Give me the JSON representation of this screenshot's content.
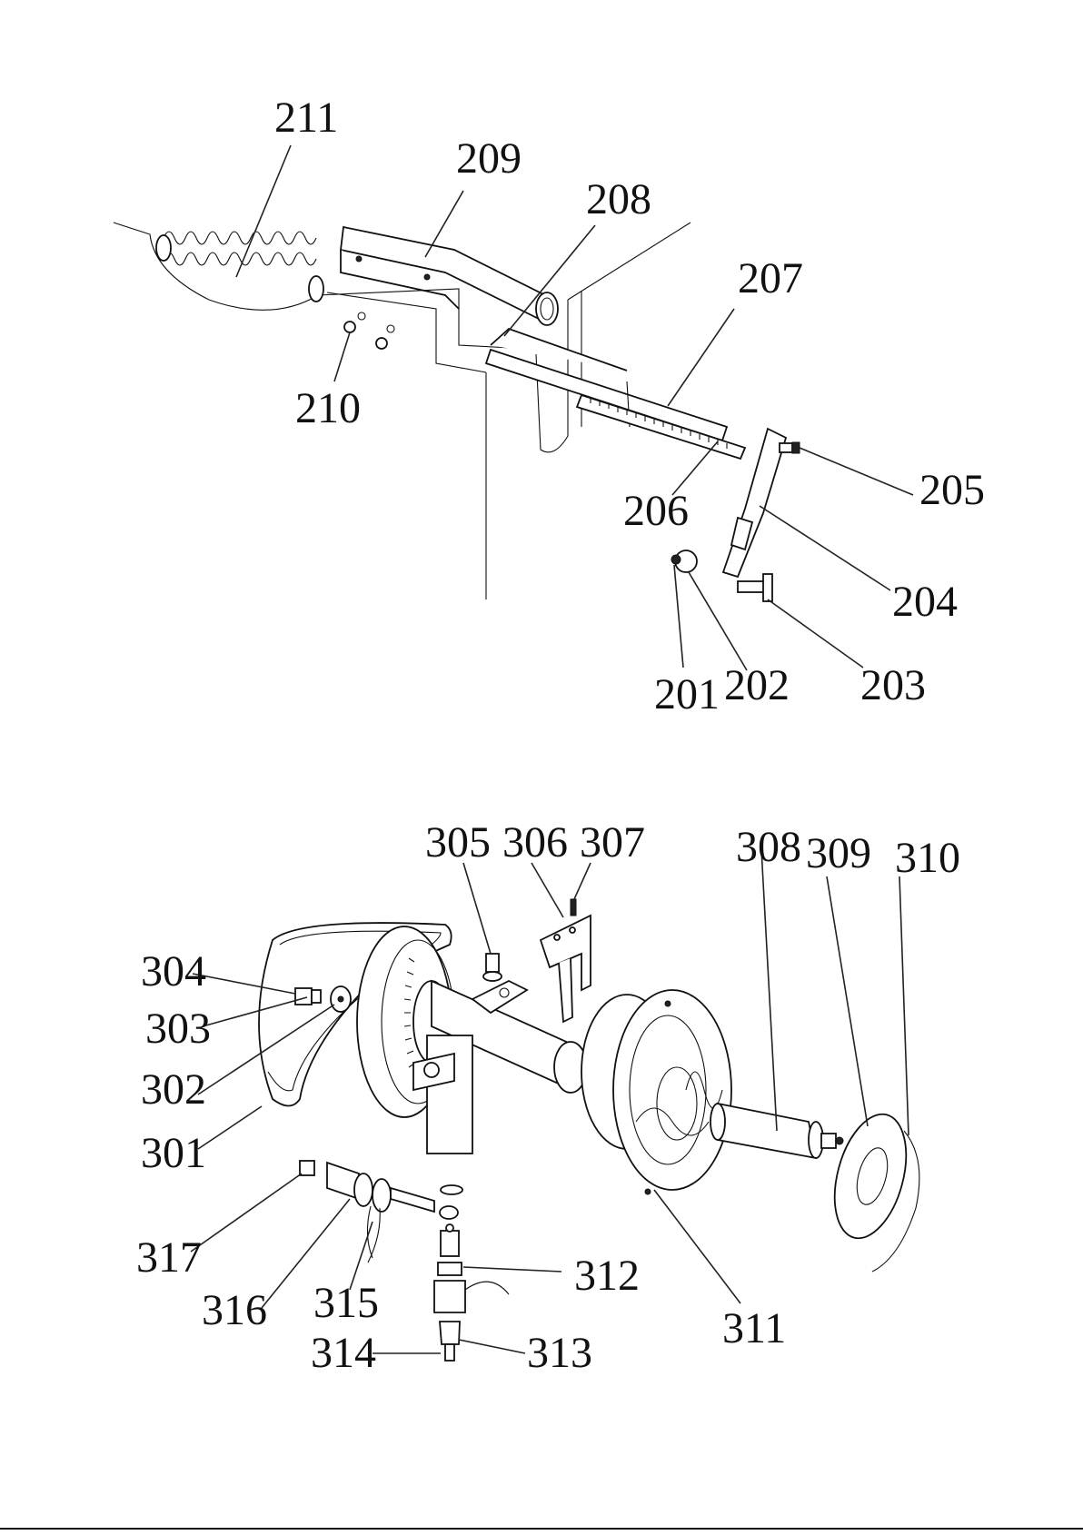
{
  "upper_assembly": {
    "labels": [
      "211",
      "209",
      "208",
      "207",
      "210",
      "206",
      "205",
      "204",
      "201",
      "202",
      "203"
    ]
  },
  "lower_assembly": {
    "labels": [
      "305",
      "306",
      "307",
      "308",
      "309",
      "310",
      "304",
      "303",
      "302",
      "301",
      "317",
      "316",
      "315",
      "312",
      "311",
      "314",
      "313"
    ]
  }
}
